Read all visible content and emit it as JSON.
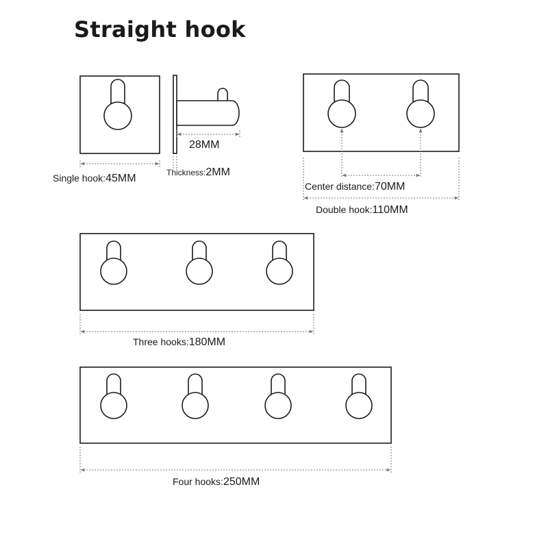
{
  "title": "Straight hook",
  "colors": {
    "line": "#1a1a1a",
    "dimension": "#777777",
    "background": "#ffffff"
  },
  "single": {
    "label": "Single hook:",
    "size": "45MM",
    "depth": "28MM",
    "thickness_label": "Thickness:",
    "thickness": "2MM"
  },
  "double": {
    "label": "Double hook:",
    "size": "110MM",
    "center_label": "Center distance:",
    "center": "70MM"
  },
  "three": {
    "label": "Three hooks:",
    "size": "180MM"
  },
  "four": {
    "label": "Four hooks:",
    "size": "250MM"
  }
}
